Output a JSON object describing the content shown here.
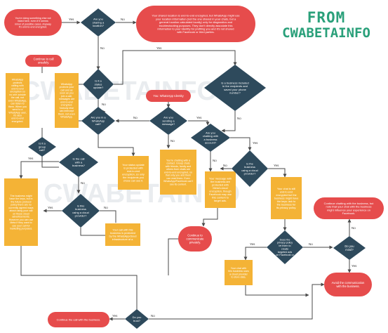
{
  "branding": {
    "line1": "FROM",
    "line2": "CWABETAINFO"
  },
  "watermark": "CWABETAINFO",
  "colors": {
    "decision": "#2e4a5c",
    "terminal": "#e64c4c",
    "process": "#f4b336",
    "final": "#e64c4c",
    "connector": "#4a4a4a",
    "text_light": "#ffffff",
    "text_dark": "#2b2b2b"
  },
  "answers": {
    "yes": "Yes",
    "no": "No"
  },
  "nodes": {
    "top_left_note": "You’re doing something else not listed here, even if it seems minor of possible cases. Anyway it’s end-to-end encrypted.",
    "share_location_q": "Are you sharing a location?",
    "location_note": "Your shared location is end-to-end encrypted, but WhatsApp might use your location information (not the one shared in your chats, but a general location calculated locally) only for diagnostics and troubleshooting purposes. They don’t directly associate this information to your identity for profiling you and it’s not shared with Facebook or third parties.",
    "continue_unsafe": "Continue to call unsafely.",
    "status_q": "Is it a status update?",
    "status_note_a": "WhatsApp protects calling with end-to-end encryption so no one outside the call, not even WhatsApp, can listen to them. When you send to a WhatsApp user, it’s also end-to-end encrypted.",
    "status_note_b": "WhatsApp protects your call and as soon as you join a call, messages are end-to-end encrypted. Nobody else can intercept them, not even WhatsApp.",
    "business_included_q": "Is a business included in the recipients and saved your phone number?",
    "whatsapp_identity": "You: WhatsApp Identity",
    "in_call_q": "Are you in a WhatsApp call?",
    "sending_message_q": "Are you sending a message?",
    "group_call_q": "Is it a group call?",
    "status_encrypted_note": "Your status update is protected with end-to-end encryption, so only the recipients you chose can see it.",
    "chat_note": "You’re chatting with a contact. Group chats with friends, family and others from chats are end-to-end encrypted, so that only you and them can read them. Even WhatsApp/Facebook can’t see its content.",
    "chatting_business_q": "Are you chatting with a business account?",
    "call_business_q": "Is the call with a business?",
    "cloud_provider_q": "Is the business using a cloud provider?",
    "business_note_left": "The business might have the keys, but in the future protocol policy there are no currently agreed ways about using your call on these cloud advertisements. However you can use Meta if they want to use your call for marketing purposes.",
    "business_cloud_q": "Is this business using a cloud provider?",
    "business_msg_note": "Your message with the business are protected with Meta’s cloud encryption, though Facebook may use this content to target ads.",
    "business_keys_note": "Your chat is still end-to-end encrypted but the business might have the keys: ask to the business for its privacy policy.",
    "continue_chatting_note": "Continue chatting with the business, but note that your chat with the business might influence your experience on Facebook.",
    "call_business_note": "Your call with this business is protected by the WhatsApp/cloud infrastructure at a.",
    "continue_communicate": "Continue to communicate privately.",
    "privacy_policy_q": "Does the privacy policy let them to create targeted ads on Facebook or any other form of marketing?",
    "do_you_mind_q": "Do you mind?",
    "your_chat_note": "Your chat with this business uses a cloud provider to store data.",
    "avoid_comm": "Avoid the communication with the business.",
    "do_you_trust_q": "Do you trust?",
    "continue_call_business": "Continue the call with the business."
  }
}
